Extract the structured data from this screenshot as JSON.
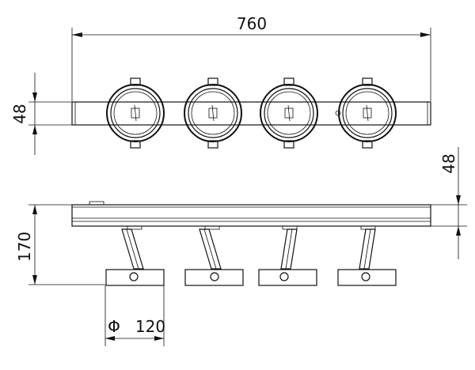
{
  "dimensions": {
    "overall_width": "760",
    "bar_height_left": "48",
    "bar_height_right": "48",
    "total_height": "170",
    "diameter_symbol": "Φ",
    "diameter_value": "120"
  },
  "colors": {
    "line": "#111111",
    "background": "#ffffff"
  },
  "spotlights": [
    {
      "id": 1
    },
    {
      "id": 2
    },
    {
      "id": 3
    },
    {
      "id": 4
    }
  ]
}
